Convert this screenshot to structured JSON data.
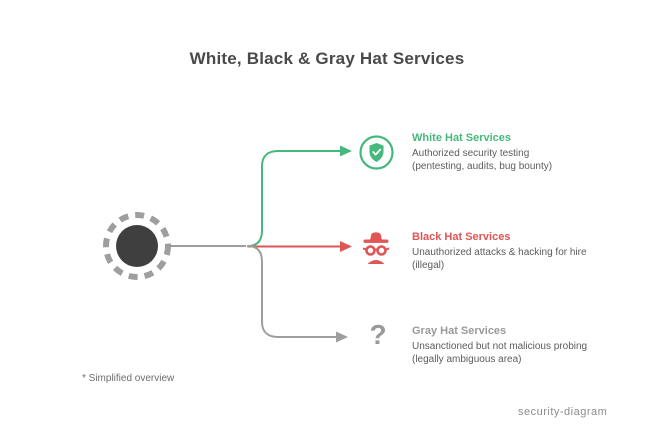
{
  "title": "White, Black & Gray Hat Services",
  "colors": {
    "green": "#45b97c",
    "red": "#e05555",
    "gray": "#9a9a9a",
    "dark": "#4a4a4a",
    "text": "#5c5c5c",
    "node_ring": "#9e9e9e",
    "node_fill": "#3f3f3f",
    "connector": "#9e9e9e",
    "light_heading": "#9a9a9a",
    "footnote": "#6e6e6e",
    "watermark": "#8c8c8c"
  },
  "branches": [
    {
      "id": "white-hat",
      "heading": "White Hat Services",
      "desc_line1": "Authorized security testing",
      "desc_line2": "(pentesting, audits, bug bounty)",
      "icon": "shield-check-icon",
      "color": "#45b97c"
    },
    {
      "id": "black-hat",
      "heading": "Black Hat Services",
      "desc_line1": "Unauthorized attacks & hacking for hire",
      "desc_line2": "(illegal)",
      "icon": "spy-incognito-icon",
      "color": "#e05555"
    },
    {
      "id": "gray-hat",
      "heading": "Gray Hat Services",
      "desc_line1": "Unsanctioned but not malicious probing",
      "desc_line2": "(legally ambiguous area)",
      "icon": "question-mark-icon",
      "icon_glyph": "?",
      "color": "#9a9a9a"
    }
  ],
  "node": {
    "icon": "gear-node-icon"
  },
  "footnote": "* Simplified overview",
  "watermark": "security-diagram"
}
